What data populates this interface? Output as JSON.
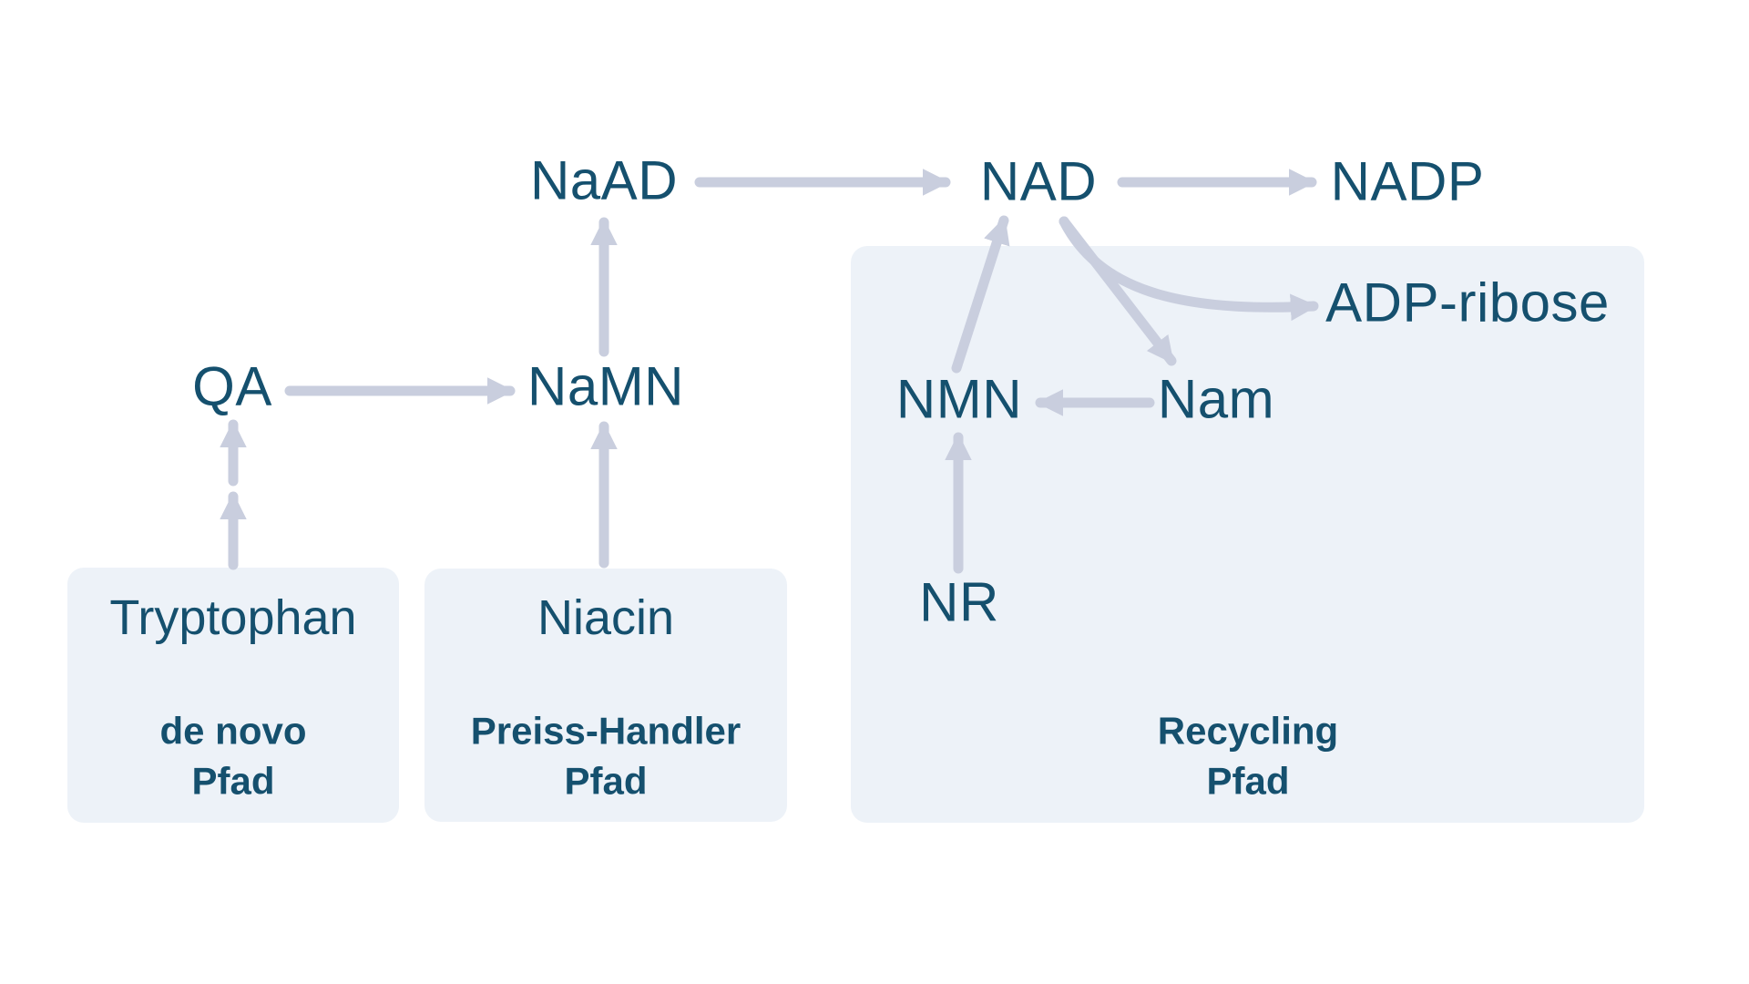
{
  "colors": {
    "background": "#ffffff",
    "text": "#15506e",
    "arrow": "#c9cede",
    "box_fill": "#edf2f8"
  },
  "nodes": {
    "naad": {
      "label": "NaAD"
    },
    "nad": {
      "label": "NAD"
    },
    "nadp": {
      "label": "NADP"
    },
    "adp_ribose": {
      "label": "ADP-ribose"
    },
    "qa": {
      "label": "QA"
    },
    "namn": {
      "label": "NaMN"
    },
    "nmn": {
      "label": "NMN"
    },
    "nam": {
      "label": "Nam"
    },
    "nr": {
      "label": "NR"
    }
  },
  "boxes": {
    "de_novo": {
      "substrate": "Tryptophan",
      "label": "de novo\nPfad"
    },
    "preiss_handler": {
      "substrate": "Niacin",
      "label": "Preiss-Handler\nPfad"
    },
    "recycling": {
      "label": "Recycling\nPfad"
    }
  },
  "edges": [
    {
      "from": "Tryptophan",
      "to": "QA",
      "style": "double-arrow"
    },
    {
      "from": "QA",
      "to": "NaMN",
      "style": "straight"
    },
    {
      "from": "Niacin",
      "to": "NaMN",
      "style": "straight"
    },
    {
      "from": "NaMN",
      "to": "NaAD",
      "style": "straight"
    },
    {
      "from": "NaAD",
      "to": "NAD",
      "style": "straight"
    },
    {
      "from": "NAD",
      "to": "NADP",
      "style": "straight"
    },
    {
      "from": "NMN",
      "to": "NAD",
      "style": "straight"
    },
    {
      "from": "NAD",
      "to": "Nam",
      "style": "straight"
    },
    {
      "from": "NAD",
      "to": "ADP-ribose",
      "style": "curved"
    },
    {
      "from": "Nam",
      "to": "NMN",
      "style": "straight"
    },
    {
      "from": "NR",
      "to": "NMN",
      "style": "straight"
    }
  ]
}
